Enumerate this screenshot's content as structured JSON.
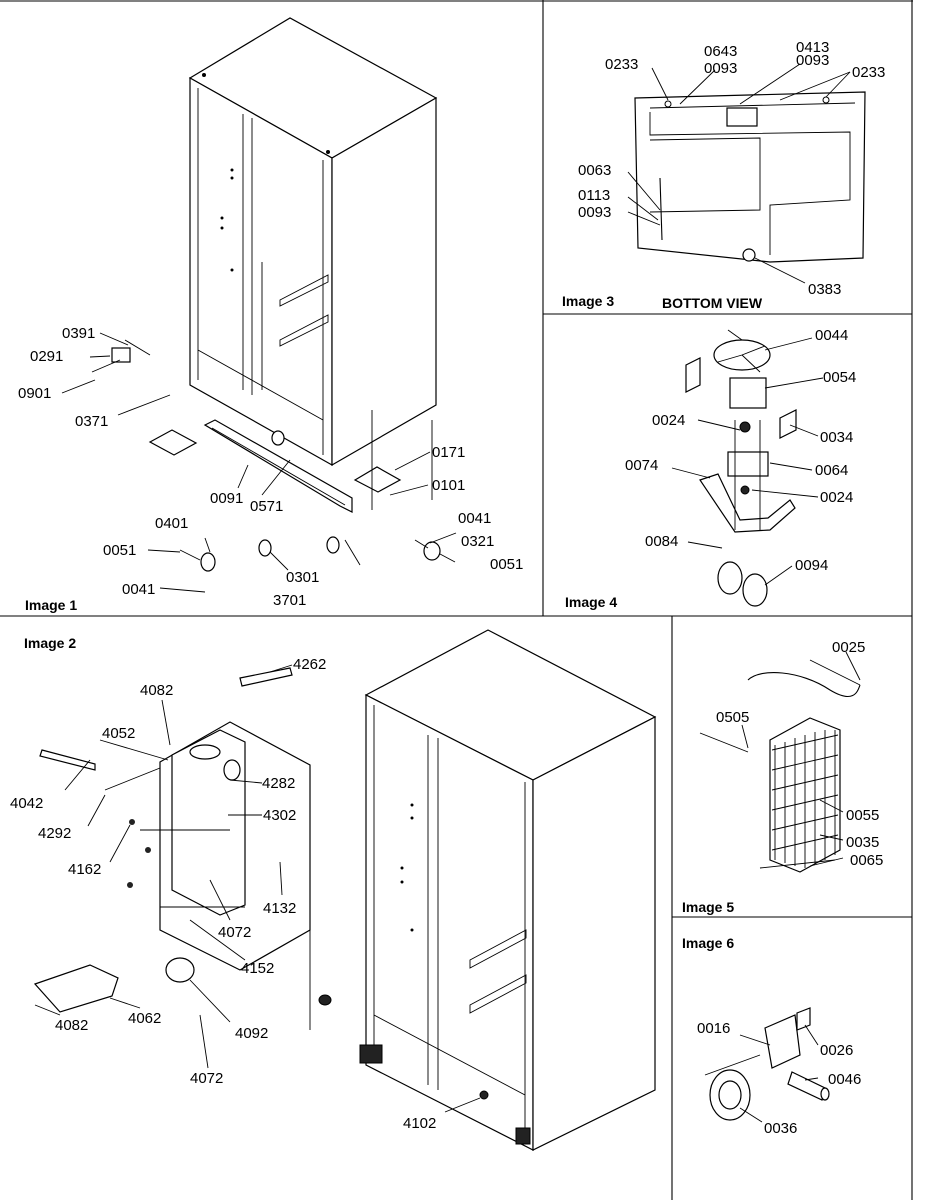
{
  "panels": {
    "image1": "Image 1",
    "image2": "Image 2",
    "image3": "Image 3",
    "image4": "Image 4",
    "image5": "Image 5",
    "image6": "Image 6",
    "bottom_view": "BOTTOM VIEW"
  },
  "callouts": {
    "p1": [
      "0391",
      "0291",
      "0901",
      "0371",
      "0171",
      "0101",
      "0091",
      "0571",
      "0401",
      "0051",
      "0041",
      "0321",
      "0051",
      "0301",
      "3701",
      "0041"
    ],
    "p3": [
      "0233",
      "0643",
      "0093",
      "0413",
      "0093",
      "0233",
      "0063",
      "0113",
      "0093",
      "0383"
    ],
    "p4": [
      "0044",
      "0054",
      "0024",
      "0034",
      "0074",
      "0064",
      "0024",
      "0084",
      "0094"
    ],
    "p2": [
      "4262",
      "4082",
      "4052",
      "4282",
      "4042",
      "4292",
      "4302",
      "4162",
      "4132",
      "4072",
      "4152",
      "4082",
      "4062",
      "4092",
      "4072",
      "4102"
    ],
    "p5": [
      "0025",
      "0505",
      "0055",
      "0035",
      "0065"
    ],
    "p6": [
      "0016",
      "0026",
      "0046",
      "0036"
    ]
  }
}
